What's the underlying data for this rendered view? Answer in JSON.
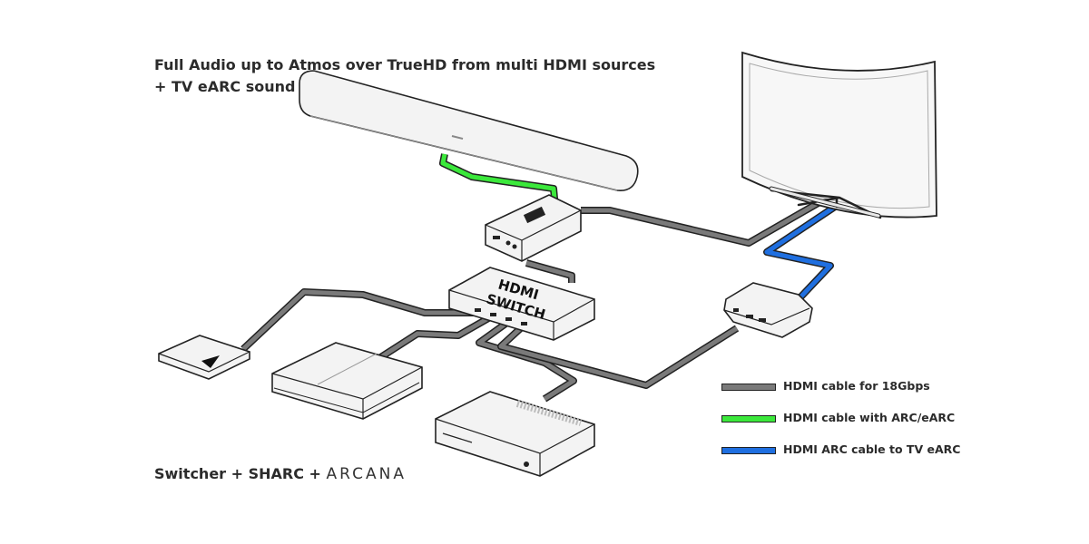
{
  "headline": {
    "line1": "Full Audio up to Atmos over TrueHD from multi HDMI sources",
    "line2": "+ TV eARC sound"
  },
  "devices": {
    "switch_label_line1": "HDMI",
    "switch_label_line2": "SWITCH"
  },
  "legend": [
    {
      "label": "HDMI cable for 18Gbps",
      "color": "#7a7a7a"
    },
    {
      "label": "HDMI cable with ARC/eARC",
      "color": "#3be83b"
    },
    {
      "label": "HDMI ARC cable to TV eARC",
      "color": "#1f6fe0"
    }
  ],
  "footer": {
    "prefix": "Switcher + SHARC + ",
    "brand": "ARCANA"
  },
  "colors": {
    "hdmi_18gbps": "#7a7a7a",
    "arc_earc": "#3be83b",
    "arc_to_tv": "#1f6fe0",
    "device_fill": "#f3f3f3",
    "outline": "#222222"
  }
}
